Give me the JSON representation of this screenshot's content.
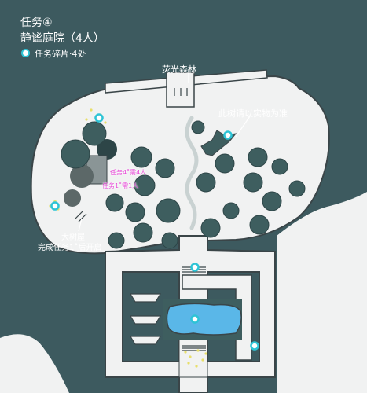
{
  "header": {
    "title": "任务④",
    "subtitle": "静谧庭院（4人）",
    "legend_label": "任务碎片·4处"
  },
  "labels": {
    "forest": "荧光森林",
    "real_tree": "此树请以实物为准",
    "tree_house": "大树屋",
    "tree_house_condition": "完成任务1˚后开启",
    "mission4_marker": "任务4˚需4人",
    "mission1_marker": "任务1˚需1人"
  },
  "colors": {
    "background": "#3d5a5f",
    "land": "#f1f2f2",
    "tree": "#3e5e5f",
    "outline": "#3a4548",
    "fragment_ring": "#2ec4d6",
    "pool": "#5ab7e8",
    "mission_text": "#e84ad8"
  },
  "icons": [
    "fragment-marker-icon",
    "tree-icon",
    "stairs-icon",
    "boat-icon",
    "pool-icon",
    "sparkle-icon"
  ]
}
